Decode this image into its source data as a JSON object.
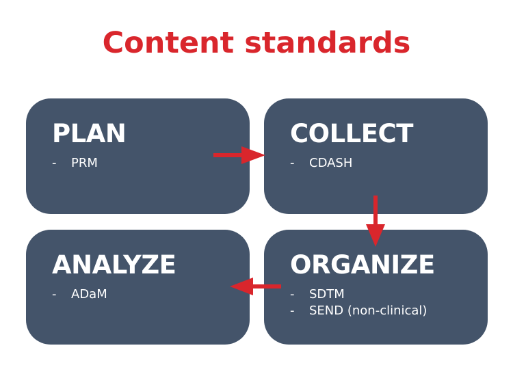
{
  "title": "Content standards",
  "colors": {
    "accent": "#d9262c",
    "box": "#44546a"
  },
  "boxes": [
    {
      "heading": "PLAN",
      "items": [
        "PRM"
      ]
    },
    {
      "heading": "COLLECT",
      "items": [
        "CDASH"
      ]
    },
    {
      "heading": "ANALYZE",
      "items": [
        "ADaM"
      ]
    },
    {
      "heading": "ORGANIZE",
      "items": [
        "SDTM",
        "SEND (non-clinical)"
      ]
    }
  ],
  "dash": "-"
}
